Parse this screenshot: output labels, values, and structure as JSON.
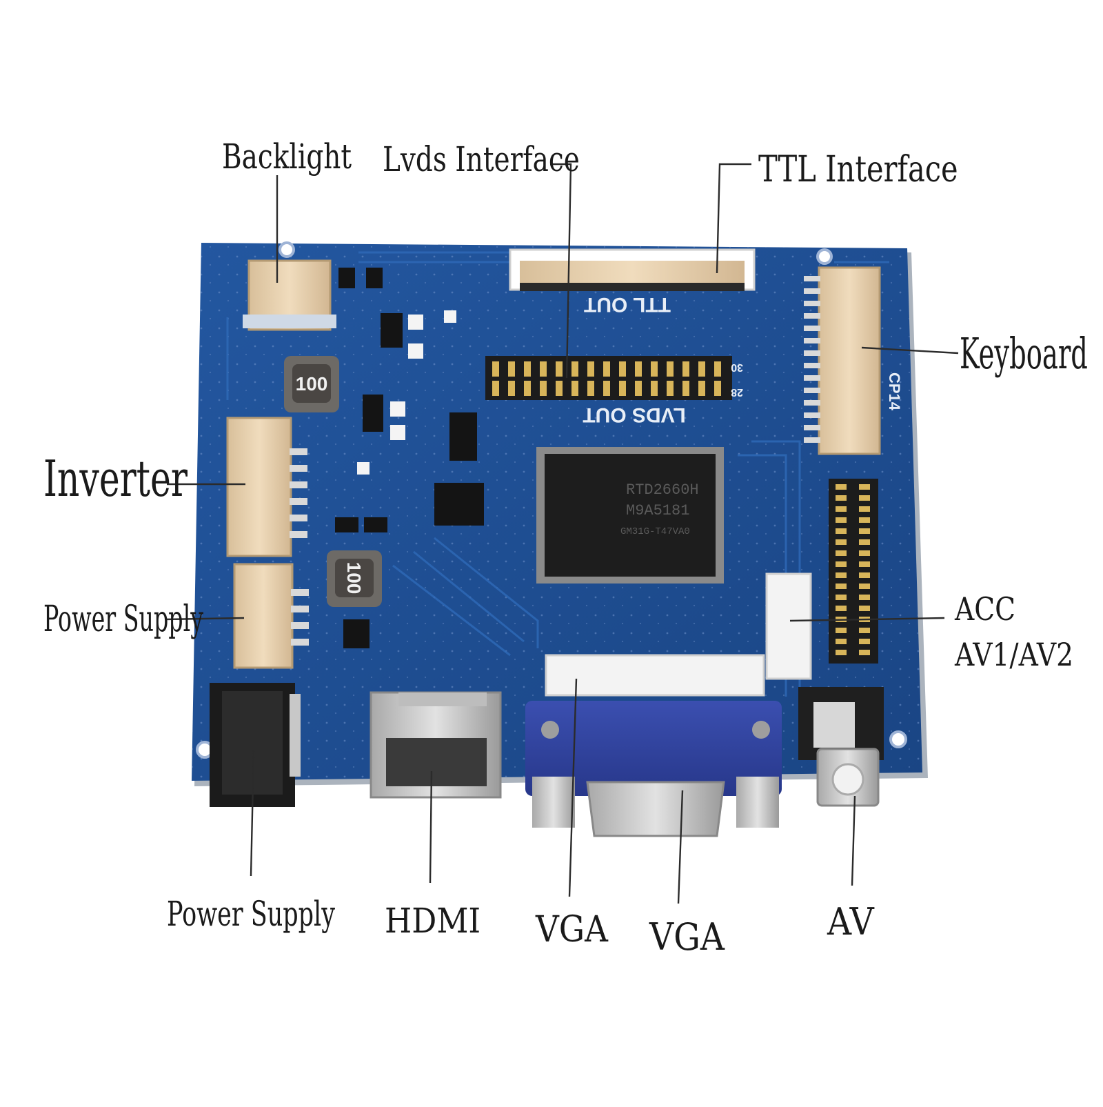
{
  "callouts": {
    "backlight": "Backlight",
    "lvds_interface": "Lvds Interface",
    "ttl_interface": "TTL Interface",
    "keyboard": "Keyboard",
    "inverter": "Inverter",
    "power_supply_left": "Power Supply",
    "acc": "ACC",
    "av1_av2": "AV1/AV2",
    "power_supply_bottom": "Power Supply",
    "hdmi": "HDMI",
    "vga_1": "VGA",
    "vga_2": "VGA",
    "av": "AV"
  },
  "board_silkscreen": {
    "ttl_out": "TTL OUT",
    "lvds_out": "LVDS OUT",
    "inductor_1": "100",
    "inductor_2": "100",
    "pin_30": "30",
    "pin_28": "28",
    "keyboard_header": "CP14",
    "chip_line_1": "RTD2660H",
    "chip_line_2": "M9A5181",
    "chip_line_3": "GM31G-T47VA0"
  },
  "colors": {
    "pcb": "#1f4f92",
    "pcb_dark": "#173d75",
    "connector_beige": "#e6cfae",
    "connector_white": "#f2f2f2",
    "vga_blue": "#2d3f9e",
    "metal": "#c9c9c9",
    "chip": "#1d1d1d",
    "silkscreen": "#e8eef7",
    "label_text": "#1a1a1a"
  }
}
